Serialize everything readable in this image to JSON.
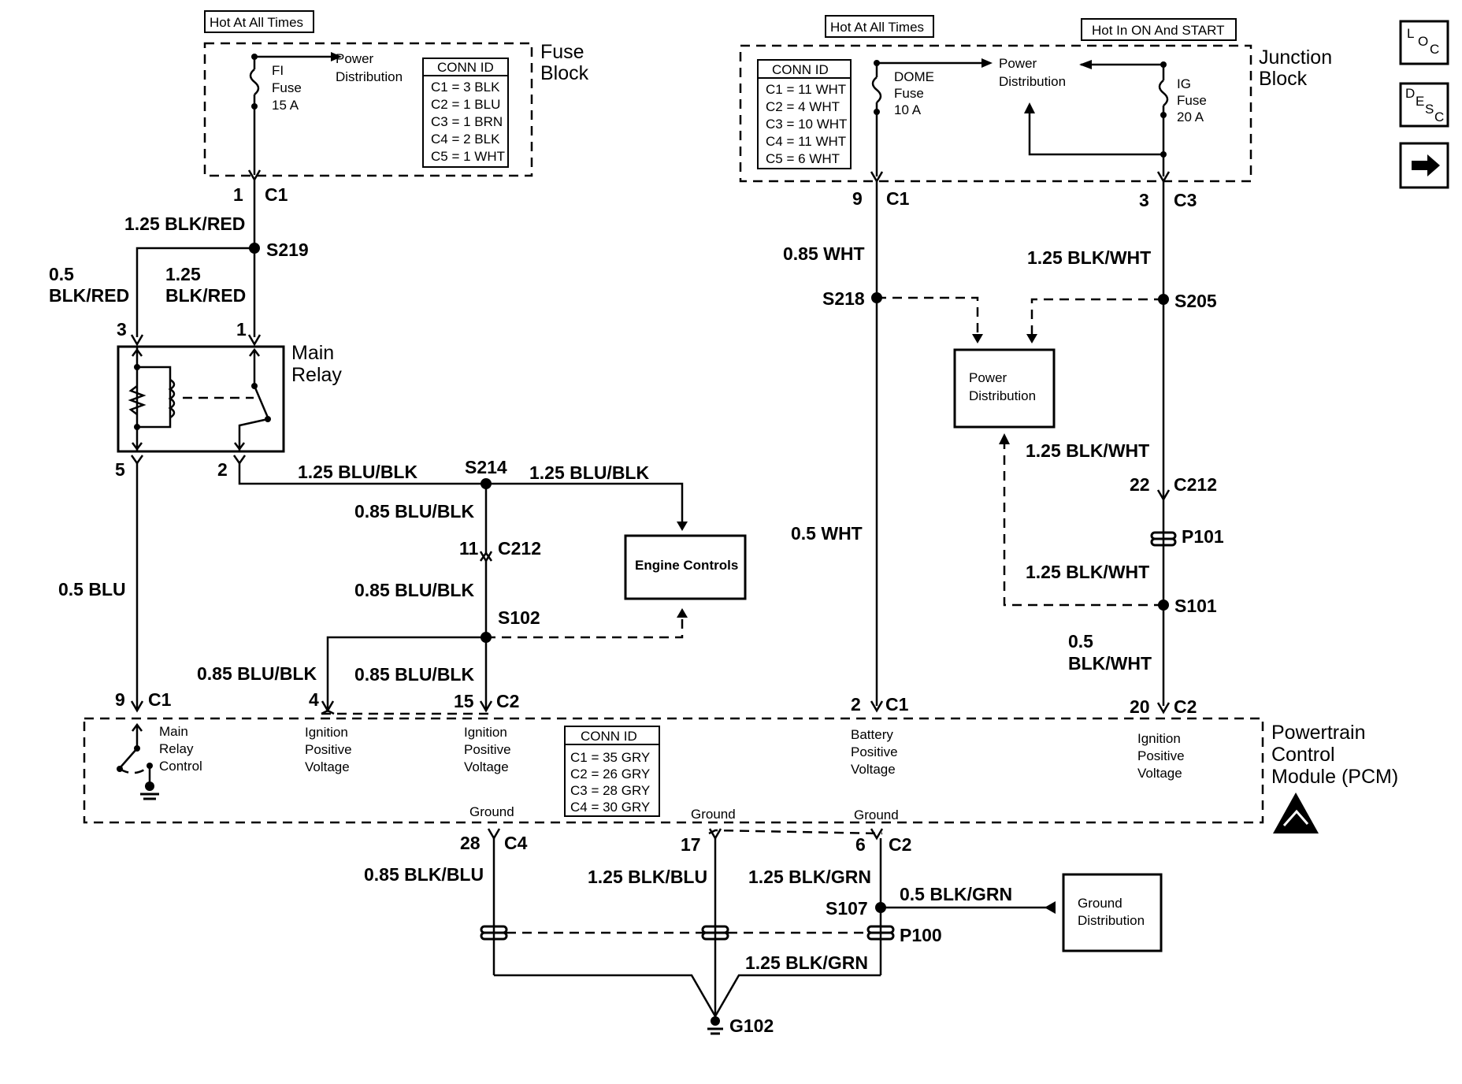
{
  "fuse_block": {
    "hot_label": "Hot At All Times",
    "title": [
      "Fuse",
      "Block"
    ],
    "power_distribution": [
      "Power",
      "Distribution"
    ],
    "fuse": [
      "FI",
      "Fuse",
      "15 A"
    ],
    "conn_id_title": "CONN ID",
    "conn_id": [
      "C1 = 3 BLK",
      "C2 = 1 BLU",
      "C3 = 1 BRN",
      "C4 = 2 BLK",
      "C5 = 1 WHT"
    ],
    "pin": "1",
    "connector": "C1"
  },
  "junction_block": {
    "hot_all_label": "Hot At All Times",
    "hot_on_label": "Hot In ON And START",
    "title": [
      "Junction",
      "Block"
    ],
    "conn_id_title": "CONN ID",
    "conn_id": [
      "C1 = 11 WHT",
      "C2 = 4 WHT",
      "C3 = 10 WHT",
      "C4 = 11 WHT",
      "C5 = 6 WHT"
    ],
    "dome_fuse": [
      "DOME",
      "Fuse",
      "10 A"
    ],
    "ig_fuse": [
      "IG",
      "Fuse",
      "20 A"
    ],
    "power_distribution": [
      "Power",
      "Distribution"
    ],
    "pin_left": "9",
    "conn_left": "C1",
    "pin_right": "3",
    "conn_right": "C3"
  },
  "side_icons": [
    "LOC",
    "DESC",
    "→"
  ],
  "main_relay": {
    "title": [
      "Main",
      "Relay"
    ],
    "pin3": "3",
    "pin1": "1",
    "pin5": "5",
    "pin2": "2"
  },
  "wires": {
    "w_125_blk_red_top": "1.25 BLK/RED",
    "w_05_blk_red": [
      "0.5",
      "BLK/RED"
    ],
    "w_125_blk_red": [
      "1.25",
      "BLK/RED"
    ],
    "w_05_blu": "0.5 BLU",
    "w_125_blu_blk_a": "1.25 BLU/BLK",
    "w_125_blu_blk_b": "1.25 BLU/BLK",
    "w_085_blu_blk_a": "0.85 BLU/BLK",
    "w_085_blu_blk_b": "0.85 BLU/BLK",
    "w_085_blu_blk_c": "0.85 BLU/BLK",
    "w_085_blu_blk_d": "0.85 BLU/BLK",
    "w_085_wht": "0.85 WHT",
    "w_05_wht": "0.5 WHT",
    "w_125_blk_wht_a": "1.25 BLK/WHT",
    "w_125_blk_wht_b": "1.25 BLK/WHT",
    "w_125_blk_wht_c": "1.25 BLK/WHT",
    "w_05_blk_wht": [
      "0.5",
      "BLK/WHT"
    ],
    "w_085_blk_blu": "0.85 BLK/BLU",
    "w_125_blk_blu": "1.25 BLK/BLU",
    "w_125_blk_grn_a": "1.25 BLK/GRN",
    "w_125_blk_grn_b": "1.25 BLK/GRN",
    "w_05_blk_grn": "0.5 BLK/GRN"
  },
  "splices": {
    "s219": "S219",
    "s214": "S214",
    "s102": "S102",
    "s218": "S218",
    "s205": "S205",
    "s101": "S101",
    "s107": "S107"
  },
  "connectors": {
    "c212_11": {
      "pin": "11",
      "conn": "C212"
    },
    "c212_22": {
      "pin": "22",
      "conn": "C212"
    },
    "p101": "P101",
    "p100": "P100",
    "g102": "G102"
  },
  "boxes": {
    "engine_controls": "Engine Controls",
    "power_distribution": [
      "Power",
      "Distribution"
    ],
    "ground_distribution": [
      "Ground",
      "Distribution"
    ]
  },
  "pcm": {
    "title": [
      "Powertrain",
      "Control",
      "Module (PCM)"
    ],
    "conn_id_title": "CONN ID",
    "conn_id": [
      "C1 = 35 GRY",
      "C2 = 26 GRY",
      "C3 = 28 GRY",
      "C4 = 30 GRY"
    ],
    "main_relay_control": [
      "Main",
      "Relay",
      "Control"
    ],
    "ign_pos_1": [
      "Ignition",
      "Positive",
      "Voltage"
    ],
    "ign_pos_2": [
      "Ignition",
      "Positive",
      "Voltage"
    ],
    "battery_pos": [
      "Battery",
      "Positive",
      "Voltage"
    ],
    "ign_pos_3": [
      "Ignition",
      "Positive",
      "Voltage"
    ],
    "pins": {
      "p9": "9",
      "c9": "C1",
      "p4": "4",
      "p15": "15",
      "c15": "C2",
      "p2": "2",
      "c2": "C1",
      "p20": "20",
      "c20": "C2",
      "p28": "28",
      "c28": "C4",
      "p17": "17",
      "p6": "6",
      "c6": "C2"
    },
    "ground_labels": [
      "Ground",
      "Ground",
      "Ground"
    ]
  }
}
